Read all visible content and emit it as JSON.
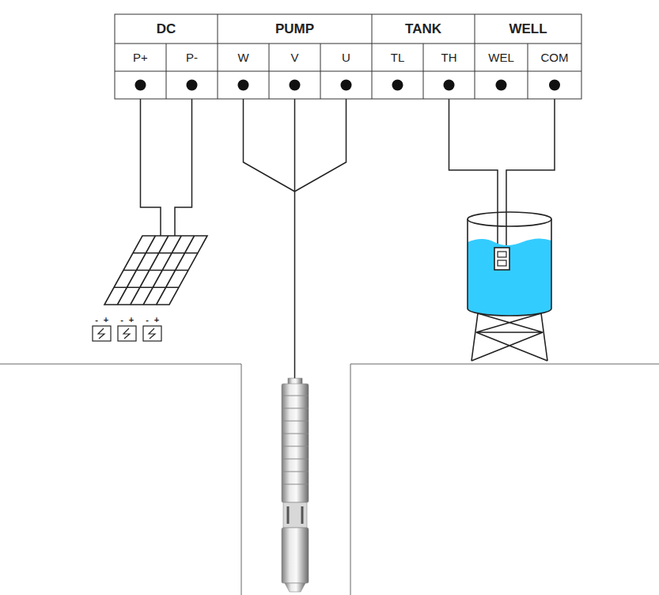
{
  "diagram": {
    "labels": [
      "DC",
      "PUMP",
      "TANK",
      "WELL",
      "P+",
      "P-",
      "W",
      "V",
      "U",
      "TL",
      "TH",
      "WEL",
      "COM",
      "-",
      "+",
      "-",
      "+",
      "-",
      "+"
    ]
  }
}
